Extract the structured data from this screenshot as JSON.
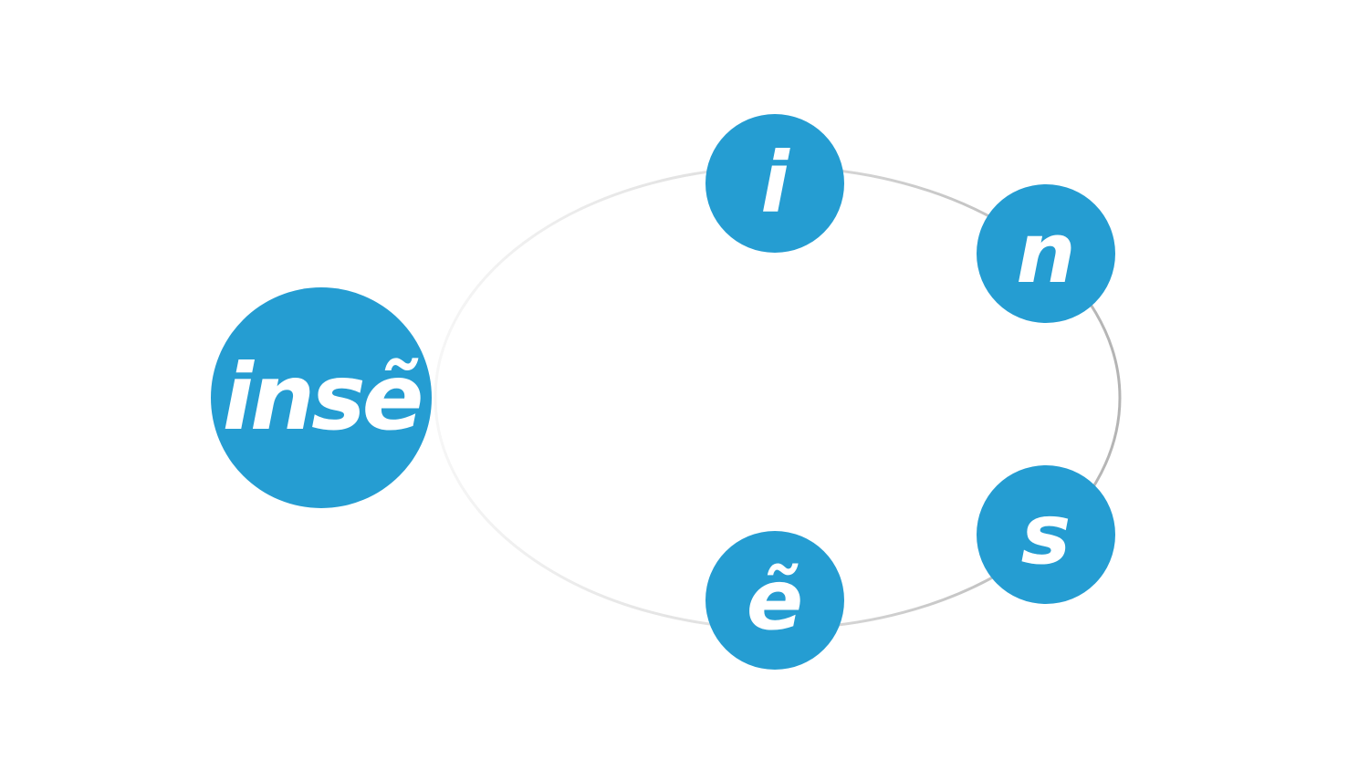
{
  "colors": {
    "node": "#259dd2",
    "text": "#ffffff",
    "ring_light": "#f4f4f4",
    "ring_dark": "#b9b9b9"
  },
  "center": {
    "label": "insẽ"
  },
  "satellites": [
    {
      "id": "i",
      "label": "i"
    },
    {
      "id": "n",
      "label": "n"
    },
    {
      "id": "s",
      "label": "s"
    },
    {
      "id": "e",
      "label": "ẽ"
    }
  ]
}
